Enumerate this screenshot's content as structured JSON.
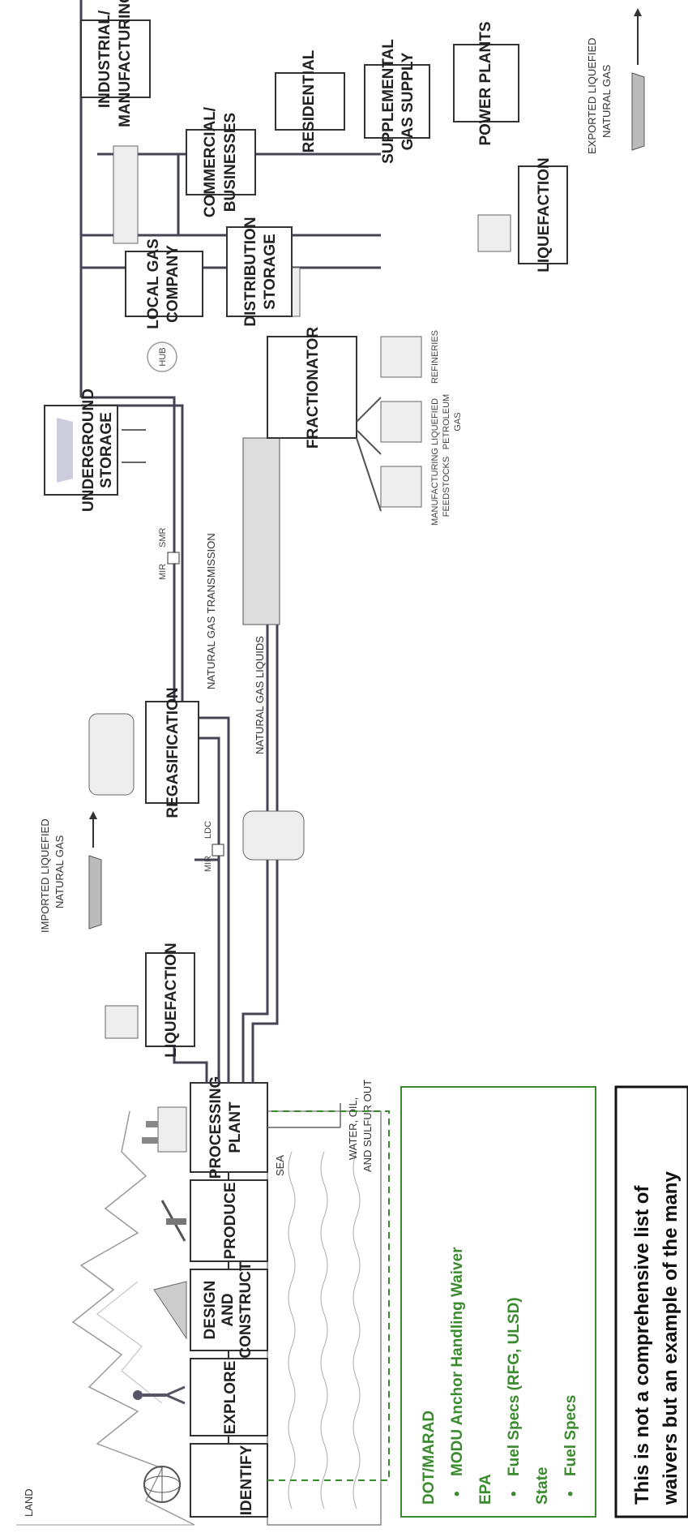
{
  "zones": {
    "land": "LAND",
    "sea": "SEA"
  },
  "upstream_boxes": [
    {
      "lines": [
        "IDENTIFY"
      ]
    },
    {
      "lines": [
        "EXPLORE"
      ]
    },
    {
      "lines": [
        "DESIGN",
        "AND",
        "CONSTRUCT"
      ]
    },
    {
      "lines": [
        "PRODUCE"
      ]
    },
    {
      "lines": [
        "PROCESSING",
        "PLANT"
      ]
    }
  ],
  "processing_output": [
    "WATER, OIL,",
    "AND SULFUR OUT"
  ],
  "midstream_boxes": {
    "liquefaction_import": "LIQUEFACTION",
    "regasification": "REGASIFICATION",
    "underground_storage": [
      "UNDERGROUND",
      "STORAGE"
    ],
    "fractionator": "FRACTIONATOR",
    "local_gas_company": [
      "LOCAL GAS",
      "COMPANY"
    ],
    "distribution_storage": [
      "DISTRIBUTION",
      "STORAGE"
    ],
    "liquefaction_export": "LIQUEFACTION"
  },
  "imported_lng": [
    "IMPORTED LIQUEFIED",
    "NATURAL GAS"
  ],
  "exported_lng": [
    "EXPORTED LIQUEFIED",
    "NATURAL GAS"
  ],
  "flow_labels": {
    "transmission": "NATURAL GAS TRANSMISSION",
    "liquids": "NATURAL GAS LIQUIDS"
  },
  "hub": "HUB",
  "meter_tags": [
    "MIR",
    "LDC",
    "SMR"
  ],
  "end_users": [
    [
      "INDUSTRIAL/",
      "MANUFACTURING"
    ],
    [
      "COMMERCIAL/",
      "BUSINESSES"
    ],
    [
      "RESIDENTIAL"
    ],
    [
      "SUPPLEMENTAL",
      "GAS SUPPLY"
    ],
    [
      "POWER PLANTS"
    ]
  ],
  "ngl_products": [
    [
      "MANUFACTURING",
      "FEEDSTOCKS"
    ],
    [
      "LIQUEFIED",
      "PETROLEUM",
      "GAS"
    ],
    [
      "REFINERIES"
    ]
  ],
  "waivers": {
    "sections": [
      {
        "heading": "DOT/MARAD",
        "items": [
          "MODU Anchor Handling Waiver"
        ]
      },
      {
        "heading": "EPA",
        "items": [
          "Fuel Specs (RFG, ULSD)"
        ]
      },
      {
        "heading": "State",
        "items": [
          "Fuel Specs"
        ]
      }
    ],
    "colors": {
      "text": "#3a8a2e",
      "border": "#3a8a2e"
    }
  },
  "note_lines": [
    "This is not a comprehensive list of",
    "waivers but an example of the many"
  ]
}
